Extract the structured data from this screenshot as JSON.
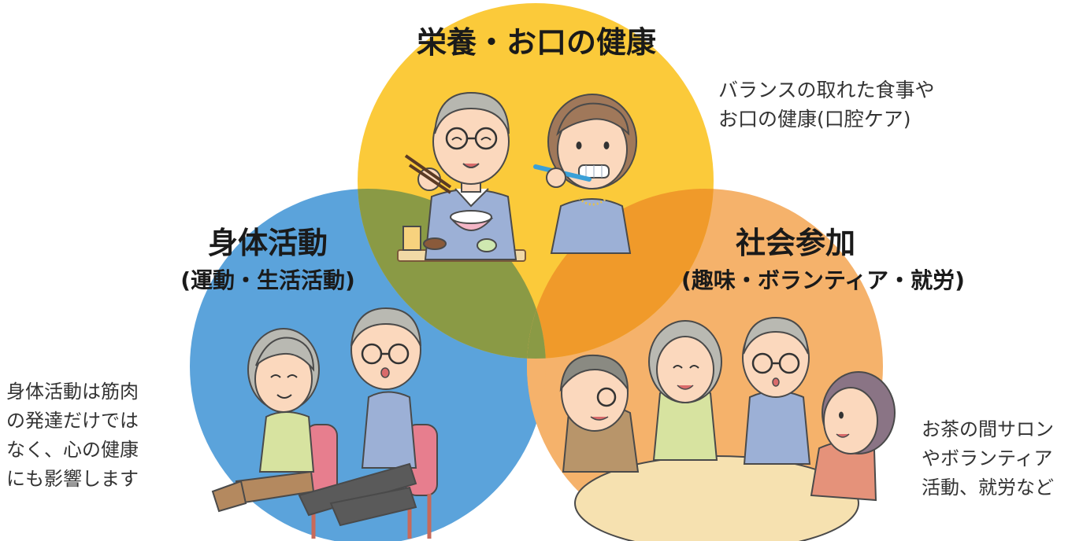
{
  "colors": {
    "nutrition_circle": "#fbca3a",
    "physical_circle": "#5ba3db",
    "social_circle": "#f5b26b",
    "nutrition_physical_overlap": "#8a9a45",
    "nutrition_social_overlap": "#f09a2a",
    "text": "#1a1a1a"
  },
  "circles": {
    "nutrition": {
      "title": "栄養・お口の健康",
      "description_lines": [
        "バランスの取れた食事や",
        "お口の健康(口腔ケア)"
      ],
      "illustration_icons": [
        "elderly-man-eating-icon",
        "elderly-woman-brushing-teeth-icon"
      ]
    },
    "physical": {
      "title": "身体活動",
      "subtitle": "(運動・生活活動)",
      "description_lines": [
        "身体活動は筋肉",
        "の発達だけでは",
        "なく、心の健康",
        "にも影響します"
      ],
      "illustration_icons": [
        "elderly-couple-seated-exercise-icon"
      ]
    },
    "social": {
      "title": "社会参加",
      "subtitle": "(趣味・ボランティア・就労)",
      "description_lines": [
        "お茶の間サロン",
        "やボランティア",
        "活動、就労など"
      ],
      "illustration_icons": [
        "elderly-group-conversation-icon"
      ]
    }
  }
}
